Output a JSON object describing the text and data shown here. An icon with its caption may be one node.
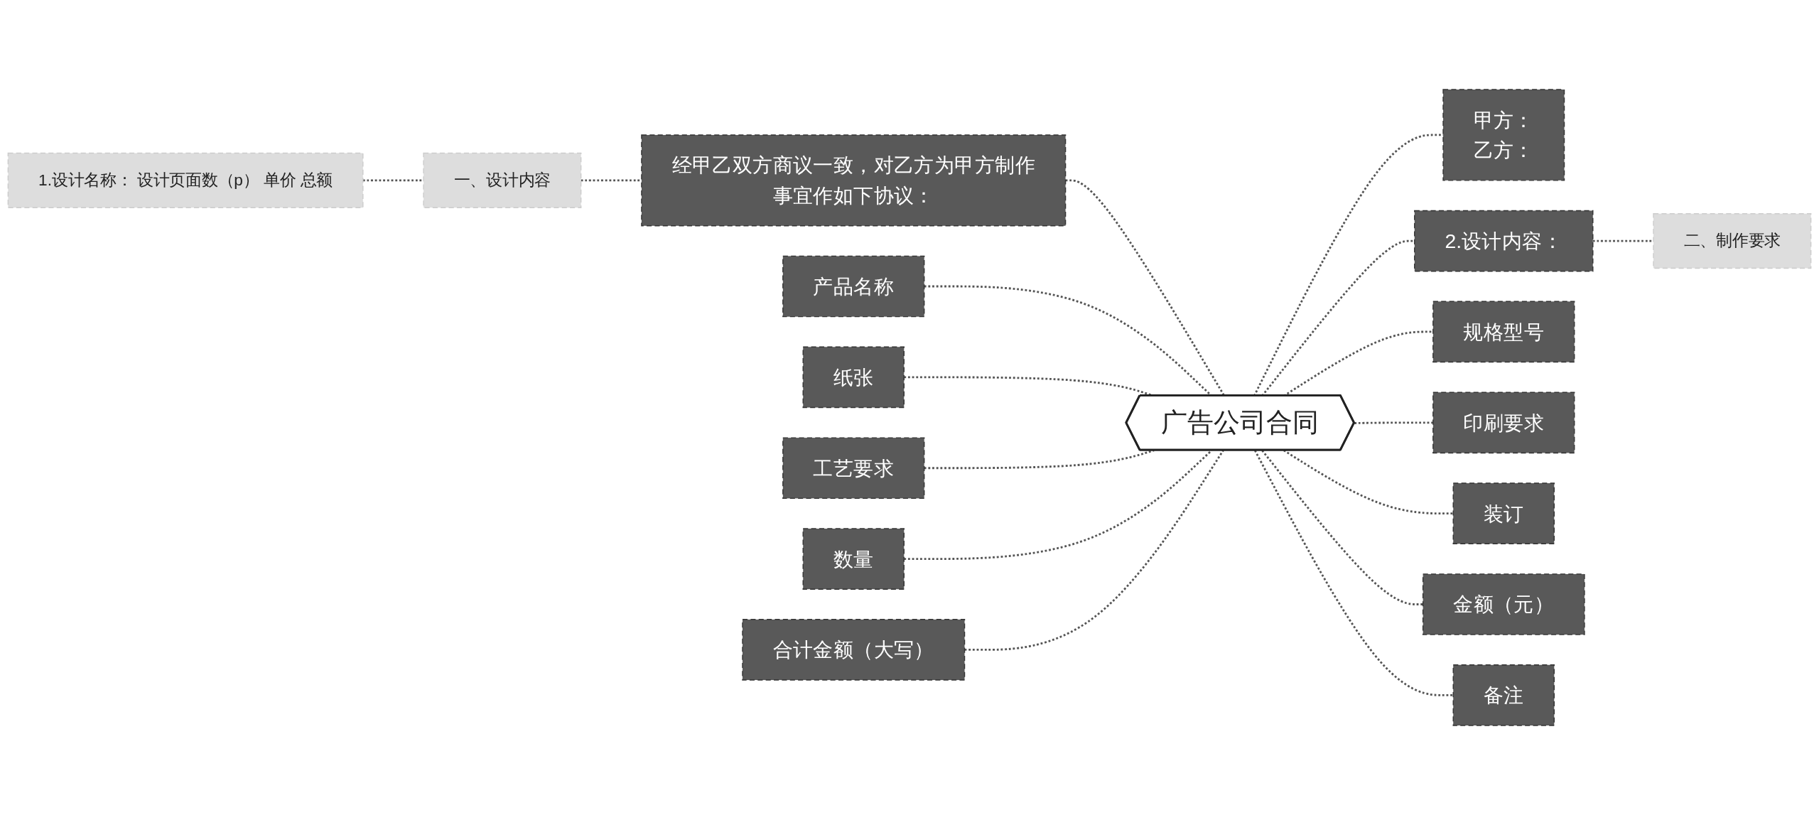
{
  "diagram": {
    "nodes": [
      {
        "text": [
          "广告公司合同"
        ]
      },
      {
        "text": [
          "经甲乙双方商议一致，对乙方为甲方制作事宜作如下协议："
        ]
      },
      {
        "text": [
          "一、设计内容"
        ]
      },
      {
        "text": [
          "1.设计名称： 设计页面数（p） 单价 总额"
        ]
      },
      {
        "text": [
          "产品名称"
        ]
      },
      {
        "text": [
          "纸张"
        ]
      },
      {
        "text": [
          "工艺要求"
        ]
      },
      {
        "text": [
          "数量"
        ]
      },
      {
        "text": [
          "合计金额（大写）"
        ]
      },
      {
        "text": [
          "甲方：",
          "乙方："
        ]
      },
      {
        "text": [
          "2.设计内容："
        ]
      },
      {
        "text": [
          "二、制作要求"
        ]
      },
      {
        "text": [
          "规格型号"
        ]
      },
      {
        "text": [
          "印刷要求"
        ]
      },
      {
        "text": [
          "装订"
        ]
      },
      {
        "text": [
          "金额（元）"
        ]
      },
      {
        "text": [
          "备注"
        ]
      }
    ],
    "edges": [
      {
        "from": 1,
        "to": 0,
        "arrow": "none",
        "style": "dashed"
      },
      {
        "from": 2,
        "to": 1,
        "arrow": "none",
        "style": "dashed"
      },
      {
        "from": 3,
        "to": 2,
        "arrow": "none",
        "style": "dashed"
      },
      {
        "from": 4,
        "to": 0,
        "arrow": "none",
        "style": "dashed"
      },
      {
        "from": 5,
        "to": 0,
        "arrow": "none",
        "style": "dashed"
      },
      {
        "from": 6,
        "to": 0,
        "arrow": "none",
        "style": "dashed"
      },
      {
        "from": 7,
        "to": 0,
        "arrow": "none",
        "style": "dashed"
      },
      {
        "from": 8,
        "to": 0,
        "arrow": "none",
        "style": "dashed"
      },
      {
        "from": 0,
        "to": 9,
        "arrow": "none",
        "style": "dashed"
      },
      {
        "from": 0,
        "to": 10,
        "arrow": "none",
        "style": "dashed"
      },
      {
        "from": 10,
        "to": 11,
        "arrow": "none",
        "style": "dashed"
      },
      {
        "from": 0,
        "to": 12,
        "arrow": "none",
        "style": "dashed"
      },
      {
        "from": 0,
        "to": 13,
        "arrow": "none",
        "style": "dashed"
      },
      {
        "from": 0,
        "to": 14,
        "arrow": "none",
        "style": "dashed"
      },
      {
        "from": 0,
        "to": 15,
        "arrow": "none",
        "style": "dashed"
      },
      {
        "from": 0,
        "to": 16,
        "arrow": "none",
        "style": "dashed"
      }
    ]
  }
}
